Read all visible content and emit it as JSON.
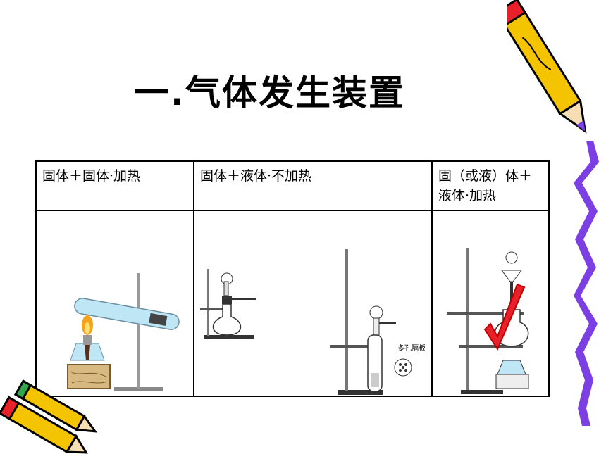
{
  "title": "一.气体发生装置",
  "table": {
    "headers": [
      "固体＋固体·加热",
      "固体＋液体·不加热",
      "固（或液）体＋液体·加热"
    ],
    "annotation": "多孔隔板"
  },
  "colors": {
    "check": "#e8202a",
    "pencil_yellow": "#f5c400",
    "pencil_red": "#e8202a",
    "ribbon": "#7b3fe4"
  },
  "icons": [
    "pencil-icon",
    "check-mark-icon",
    "ribbon-icon"
  ]
}
